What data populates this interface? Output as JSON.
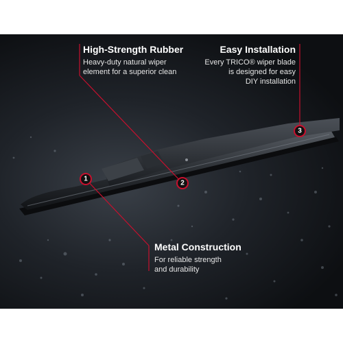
{
  "callouts": [
    {
      "number": "1",
      "title": "Metal Construction",
      "description_lines": [
        "For reliable strength",
        "and durability"
      ]
    },
    {
      "number": "2",
      "title": "High-Strength Rubber",
      "description_lines": [
        "Heavy-duty natural wiper",
        "element for a superior clean"
      ]
    },
    {
      "number": "3",
      "title": "Easy Installation",
      "description_lines": [
        "Every TRICO® wiper blade",
        "is designed for easy",
        "DIY installation"
      ]
    }
  ],
  "colors": {
    "accent": "#c8102e",
    "background": "#15181c",
    "text": "#ffffff"
  }
}
